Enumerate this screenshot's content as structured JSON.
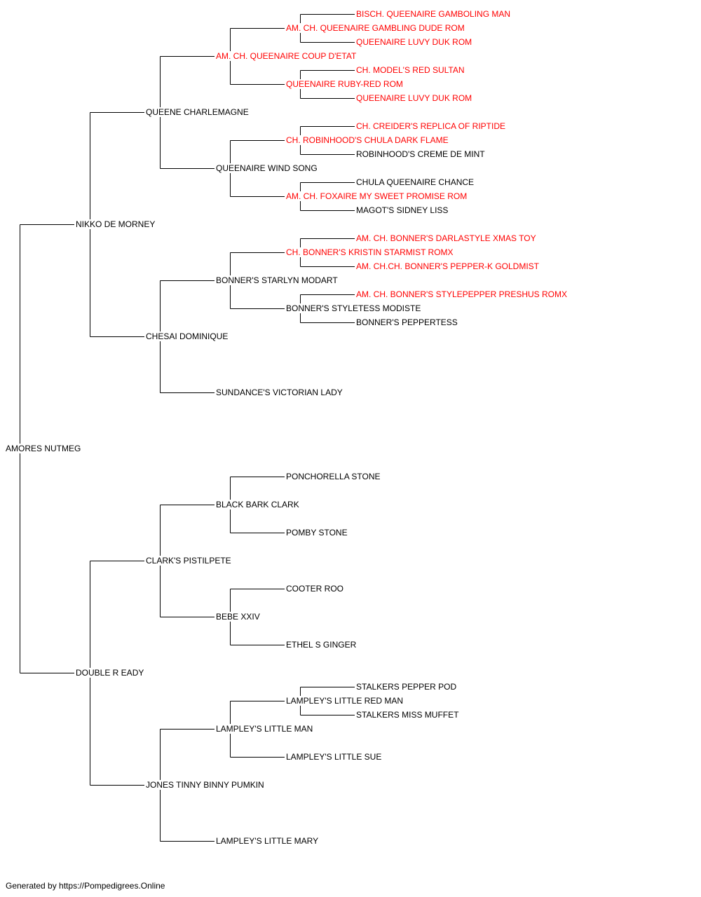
{
  "colors": {
    "line": "#000000",
    "text": "#000000",
    "champion": "#ff0000"
  },
  "footer": "Generated by https://Pompedigrees.Online",
  "pedigree": {
    "name": "AMORES NUTMEG",
    "red": false,
    "sire": {
      "name": "NIKKO DE MORNEY",
      "red": false,
      "sire": {
        "name": "QUEENE CHARLEMAGNE",
        "red": false,
        "sire": {
          "name": "AM. CH. QUEENAIRE COUP D'ETAT",
          "red": true,
          "sire": {
            "name": "AM. CH. QUEENAIRE GAMBLING DUDE ROM",
            "red": true,
            "sire": {
              "name": "BISCH. QUEENAIRE GAMBOLING MAN",
              "red": true
            },
            "dam": {
              "name": "QUEENAIRE LUVY DUK ROM",
              "red": true
            }
          },
          "dam": {
            "name": "QUEENAIRE RUBY-RED ROM",
            "red": true,
            "sire": {
              "name": "CH. MODEL'S RED SULTAN",
              "red": true
            },
            "dam": {
              "name": "QUEENAIRE LUVY DUK ROM",
              "red": true
            }
          }
        },
        "dam": {
          "name": "QUEENAIRE WIND SONG",
          "red": false,
          "sire": {
            "name": "CH. ROBINHOOD'S CHULA DARK FLAME",
            "red": true,
            "sire": {
              "name": "CH. CREIDER'S REPLICA OF RIPTIDE",
              "red": true
            },
            "dam": {
              "name": "ROBINHOOD'S CREME DE MINT",
              "red": false
            }
          },
          "dam": {
            "name": "AM. CH. FOXAIRE MY SWEET PROMISE ROM",
            "red": true,
            "sire": {
              "name": "CHULA QUEENAIRE CHANCE",
              "red": false
            },
            "dam": {
              "name": "MAGOT'S SIDNEY LISS",
              "red": false
            }
          }
        }
      },
      "dam": {
        "name": "CHESAI DOMINIQUE",
        "red": false,
        "sire": {
          "name": "BONNER'S STARLYN MODART",
          "red": false,
          "sire": {
            "name": "CH. BONNER'S KRISTIN STARMIST ROMX",
            "red": true,
            "sire": {
              "name": "AM. CH. BONNER'S DARLASTYLE XMAS TOY",
              "red": true
            },
            "dam": {
              "name": "AM. CH.CH. BONNER'S PEPPER-K GOLDMIST",
              "red": true
            }
          },
          "dam": {
            "name": "BONNER'S STYLETESS MODISTE",
            "red": false,
            "sire": {
              "name": "AM. CH. BONNER'S STYLEPEPPER PRESHUS ROMX",
              "red": true
            },
            "dam": {
              "name": "BONNER'S PEPPERTESS",
              "red": false
            }
          }
        },
        "dam": {
          "name": "SUNDANCE'S VICTORIAN LADY",
          "red": false
        }
      }
    },
    "dam": {
      "name": "DOUBLE R EADY",
      "red": false,
      "sire": {
        "name": "CLARK'S PISTILPETE",
        "red": false,
        "sire": {
          "name": "BLACK BARK CLARK",
          "red": false,
          "sire": {
            "name": "PONCHORELLA STONE",
            "red": false
          },
          "dam": {
            "name": "POMBY STONE",
            "red": false
          }
        },
        "dam": {
          "name": "BEBE XXIV",
          "red": false,
          "sire": {
            "name": "COOTER ROO",
            "red": false
          },
          "dam": {
            "name": "ETHEL S GINGER",
            "red": false
          }
        }
      },
      "dam": {
        "name": "JONES TINNY BINNY PUMKIN",
        "red": false,
        "sire": {
          "name": "LAMPLEY'S LITTLE MAN",
          "red": false,
          "sire": {
            "name": "LAMPLEY'S LITTLE RED MAN",
            "red": false,
            "sire": {
              "name": "STALKERS PEPPER POD",
              "red": false
            },
            "dam": {
              "name": "STALKERS MISS MUFFET",
              "red": false
            }
          },
          "dam": {
            "name": "LAMPLEY'S LITTLE SUE",
            "red": false
          }
        },
        "dam": {
          "name": "LAMPLEY'S LITTLE MARY",
          "red": false
        }
      }
    }
  }
}
